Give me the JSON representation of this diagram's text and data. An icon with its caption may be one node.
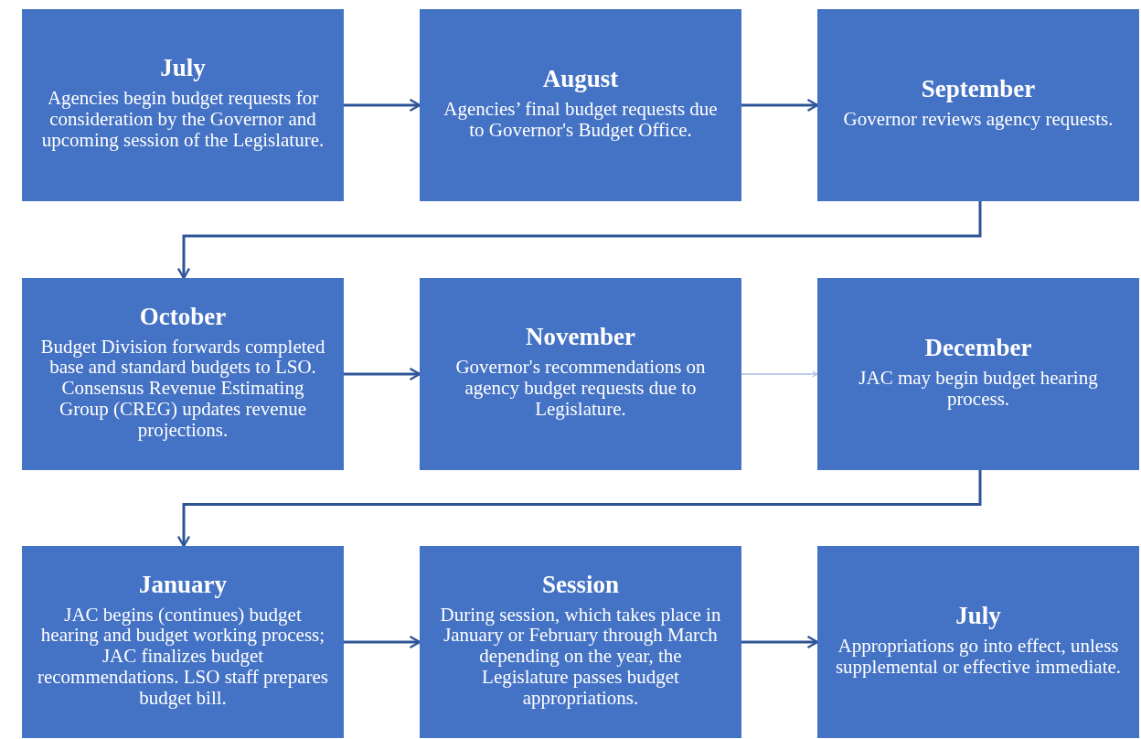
{
  "diagram": {
    "nodes": [
      {
        "text": [
          "July",
          "Agencies begin budget requests for consideration by the Governor and upcoming session of the Legislature."
        ]
      },
      {
        "text": [
          "August",
          "Agencies’ final budget requests due to Governor's Budget Office."
        ]
      },
      {
        "text": [
          "September",
          "Governor reviews agency requests."
        ]
      },
      {
        "text": [
          "October",
          "Budget Division forwards completed base and standard budgets to LSO.  Consensus Revenue Estimating Group (CREG) updates revenue projections."
        ]
      },
      {
        "text": [
          "November",
          "Governor's recommendations on agency budget requests due to Legislature."
        ]
      },
      {
        "text": [
          "December",
          "JAC may begin budget hearing process."
        ]
      },
      {
        "text": [
          "January",
          "JAC begins (continues) budget hearing and budget working process; JAC finalizes budget recommendations.  LSO staff prepares budget bill."
        ]
      },
      {
        "text": [
          "Session",
          "During session, which takes place in January or February through March depending on the year, the Legislature passes budget appropriations."
        ]
      },
      {
        "text": [
          "July",
          "Appropriations go into effect, unless supplemental or effective immediate."
        ]
      }
    ],
    "edges": [
      {
        "from": 0,
        "to": 1,
        "arrow": "to"
      },
      {
        "from": 1,
        "to": 2,
        "arrow": "to"
      },
      {
        "from": 2,
        "to": 3,
        "arrow": "to"
      },
      {
        "from": 3,
        "to": 4,
        "arrow": "to"
      },
      {
        "from": 4,
        "to": 5,
        "arrow": "to",
        "color": "#a9bde3"
      },
      {
        "from": 5,
        "to": 6,
        "arrow": "to"
      },
      {
        "from": 6,
        "to": 7,
        "arrow": "to"
      },
      {
        "from": 7,
        "to": 8,
        "arrow": "to"
      }
    ]
  }
}
